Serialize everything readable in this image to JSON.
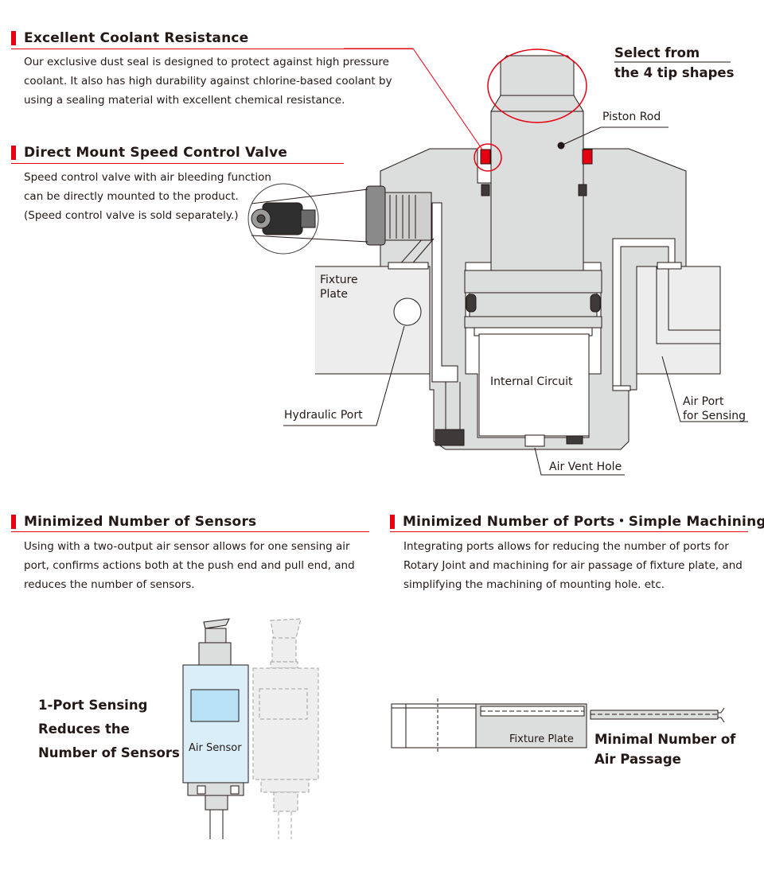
{
  "sections": {
    "coolant": {
      "title": "Excellent Coolant Resistance",
      "body": "Our exclusive dust seal is designed to protect against high pressure coolant. It also has high durability against chlorine-based coolant by using a sealing material with excellent chemical resistance."
    },
    "speed_valve": {
      "title": "Direct Mount Speed Control Valve",
      "body_lines": [
        "Speed control valve with air bleeding function",
        "can be directly mounted to the product.",
        "(Speed control valve is sold separately.)"
      ]
    },
    "sensors": {
      "title": "Minimized Number of Sensors",
      "body": "Using with a two-output air sensor allows for one sensing air port, confirms actions both at the push end and pull end, and reduces the number of sensors."
    },
    "ports": {
      "title": "Minimized Number of Ports・Simple Machining",
      "body": "Integrating ports allows for reducing the number of ports for Rotary Joint and machining for air passage of fixture plate, and simplifying the machining of mounting hole. etc."
    }
  },
  "labels": {
    "tip_shapes": [
      "Select from",
      "the 4 tip shapes"
    ],
    "piston_rod": "Piston Rod",
    "fixture_plate": [
      "Fixture",
      "Plate"
    ],
    "internal_circuit": "Internal Circuit",
    "hydraulic_port": "Hydraulic Port",
    "air_port": [
      "Air Port",
      "for Sensing"
    ],
    "air_vent": "Air Vent Hole",
    "one_port": [
      "1-Port Sensing",
      "Reduces the",
      "Number of Sensors"
    ],
    "air_sensor": "Air Sensor",
    "fixture_plate_small": "Fixture Plate",
    "minimal_passage": [
      "Minimal Number of",
      "Air Passage"
    ]
  },
  "colors": {
    "accent": "#e60012",
    "body_gray": "#dcdddd",
    "sensor_blue": "#d9eef9",
    "screen_blue": "#b9e1f5",
    "seal_red": "#e60012"
  }
}
